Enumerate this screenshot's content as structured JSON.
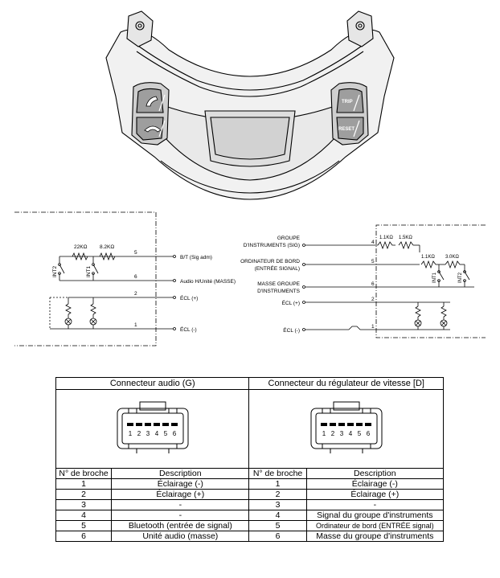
{
  "left_schematic": {
    "resistors": [
      "22KΩ",
      "8.2KΩ"
    ],
    "switches": [
      "INT2",
      "INT1"
    ],
    "pins": [
      "5",
      "6",
      "2",
      "1"
    ],
    "outputs": [
      "B/T (Sig adm)",
      "Audio H/Unité (MASSE)",
      "ÉCL (+)",
      "ÉCL (-)"
    ]
  },
  "right_schematic": {
    "labels": [
      "GROUPE",
      "D'INSTRUMENTS (SIG)",
      "ORDINATEUR DE BORD",
      "(ENTRÉE SIGNAL)",
      "MASSE GROUPE",
      "D'INSTRUMENTS",
      "ÉCL (+)",
      "ÉCL (-)"
    ],
    "resistors": [
      "1.1KΩ",
      "1.5KΩ",
      "1.1KΩ",
      "3.0KΩ"
    ],
    "switches": [
      "INT1",
      "INT2"
    ],
    "pins": [
      "4",
      "5",
      "6",
      "2",
      "1"
    ]
  },
  "buttons": {
    "trip": "TRIP",
    "reset": "RESET"
  },
  "table": {
    "left_title": "Connecteur audio (G)",
    "right_title": "Connecteur du régulateur de vitesse [D]",
    "connector_pins": [
      "1",
      "2",
      "3",
      "4",
      "5",
      "6"
    ],
    "col_pin": "N° de broche",
    "col_desc": "Description",
    "rows": [
      {
        "pin_l": "1",
        "desc_l": "Éclairage (-)",
        "pin_r": "1",
        "desc_r": "Éclairage (-)"
      },
      {
        "pin_l": "2",
        "desc_l": "Éclairage (+)",
        "pin_r": "2",
        "desc_r": "Éclairage (+)"
      },
      {
        "pin_l": "3",
        "desc_l": "-",
        "pin_r": "3",
        "desc_r": "-"
      },
      {
        "pin_l": "4",
        "desc_l": "-",
        "pin_r": "4",
        "desc_r": "Signal du groupe d'instruments"
      },
      {
        "pin_l": "5",
        "desc_l": "Bluetooth (entrée de signal)",
        "pin_r": "5",
        "desc_r": "Ordinateur de bord (ENTRÉE signal)"
      },
      {
        "pin_l": "6",
        "desc_l": "Unité audio (masse)",
        "pin_r": "6",
        "desc_r": "Masse du groupe d'instruments"
      }
    ]
  }
}
